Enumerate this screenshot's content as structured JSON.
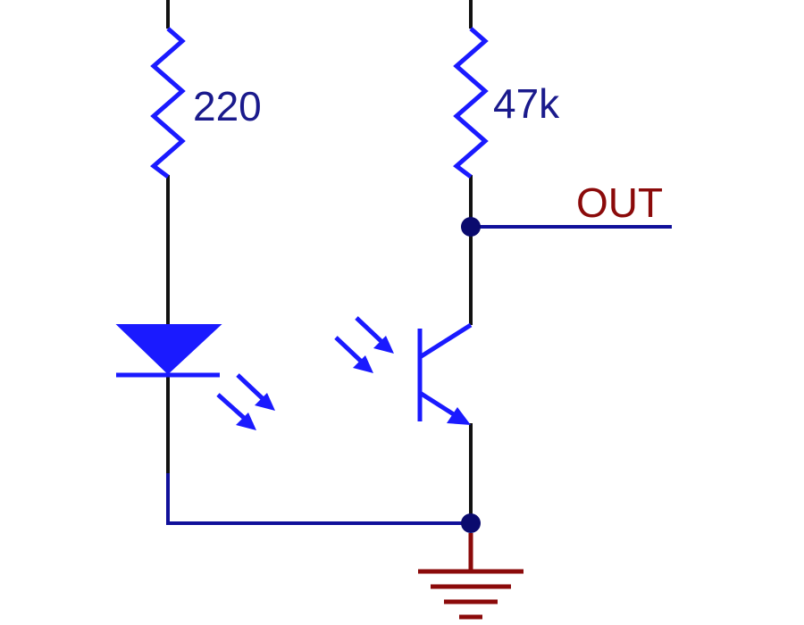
{
  "labels": {
    "r1": "220",
    "r2": "47k",
    "out": "OUT"
  },
  "colors": {
    "component": "#1a1aff",
    "wire": "#10109a",
    "trace": "#111111",
    "label_blue": "#1a1a8c",
    "label_red": "#8b0a0a",
    "ground": "#8b0a0a",
    "junction": "#0a0a6e"
  },
  "components": {
    "resistor_left": "resistor-icon",
    "resistor_right": "resistor-icon",
    "emitter": "led-icon",
    "detector": "phototransistor-icon",
    "ground": "ground-icon"
  }
}
